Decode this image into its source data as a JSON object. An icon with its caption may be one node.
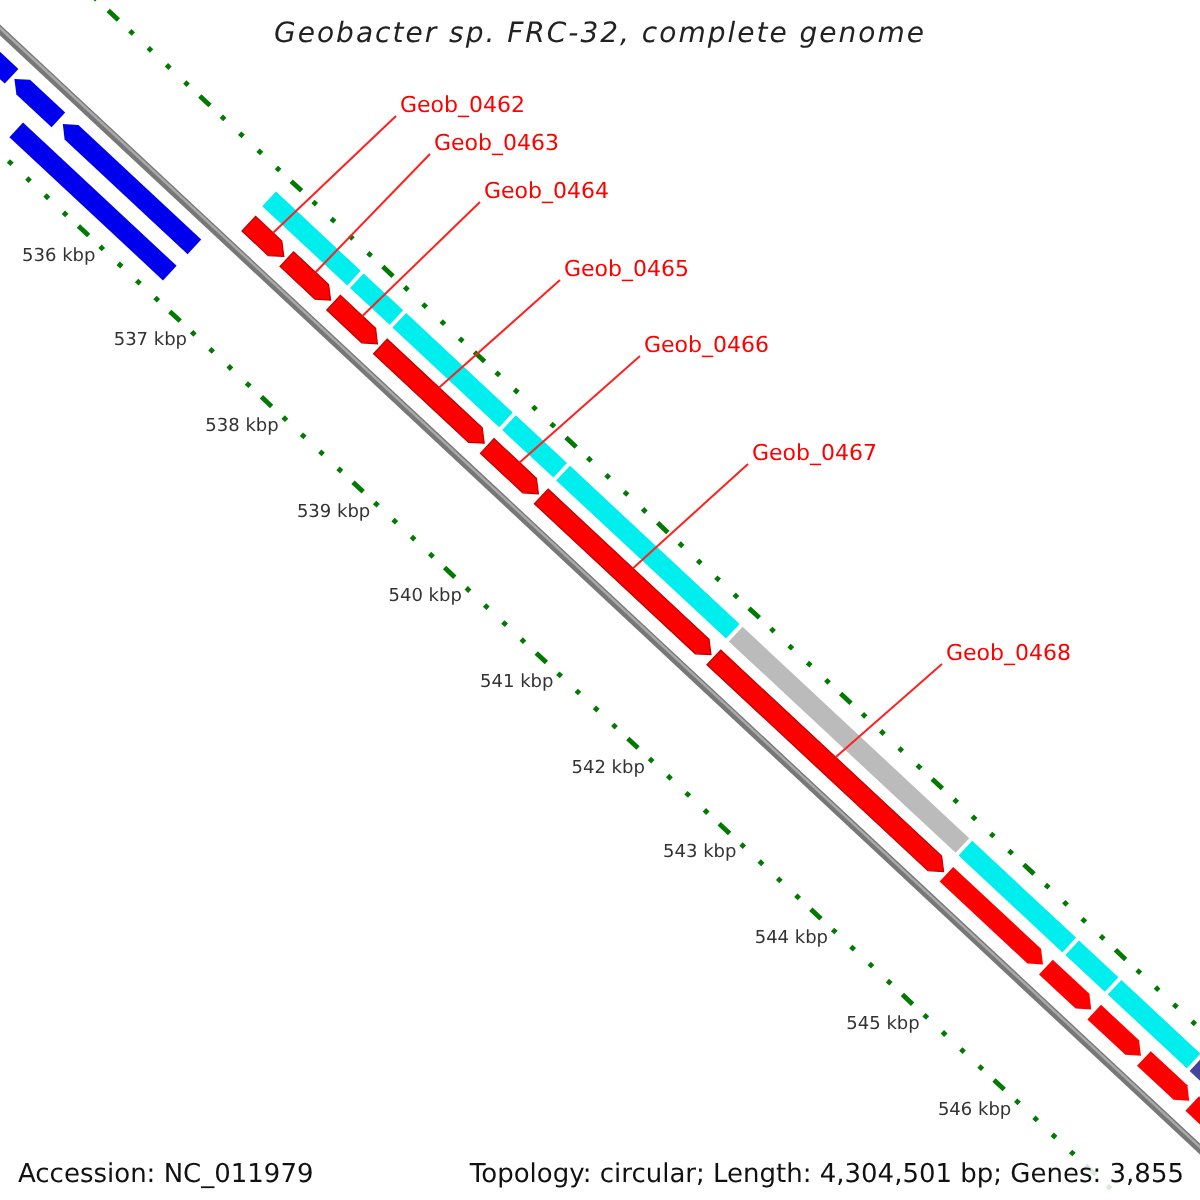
{
  "diagram": {
    "title": "Geobacter sp. FRC-32, complete genome",
    "nodes": [
      {
        "text": [
          "Geob_0462"
        ]
      },
      {
        "text": [
          "Geob_0463"
        ]
      },
      {
        "text": [
          "Geob_0464"
        ]
      },
      {
        "text": [
          "Geob_0465"
        ]
      },
      {
        "text": [
          "Geob_0466"
        ]
      },
      {
        "text": [
          "Geob_0467"
        ]
      },
      {
        "text": [
          "Geob_0468"
        ]
      },
      {
        "text": [],
        "shape": "bar"
      },
      {
        "text": [],
        "shape": "bar"
      },
      {
        "text": [],
        "shape": "bar"
      },
      {
        "text": [],
        "shape": "bar"
      },
      {
        "text": [],
        "shape": "bar"
      },
      {
        "text": [],
        "shape": "bar"
      },
      {
        "text": [],
        "shape": "bar"
      }
    ],
    "edges": [
      {
        "from": 0,
        "to": 7,
        "arrow": "none"
      },
      {
        "from": 1,
        "to": 8,
        "arrow": "none"
      },
      {
        "from": 2,
        "to": 9,
        "arrow": "none"
      },
      {
        "from": 3,
        "to": 10,
        "arrow": "none"
      },
      {
        "from": 4,
        "to": 11,
        "arrow": "none"
      },
      {
        "from": 5,
        "to": 12,
        "arrow": "none"
      },
      {
        "from": 6,
        "to": 13,
        "arrow": "none"
      }
    ],
    "labels": [
      "536 kbp",
      "537 kbp",
      "538 kbp",
      "539 kbp",
      "540 kbp",
      "541 kbp",
      "542 kbp",
      "543 kbp",
      "544 kbp",
      "545 kbp",
      "546 kbp",
      "Accession: NC_011979",
      "Topology: circular; Length: 4,304,501 bp; Genes: 3,855"
    ]
  }
}
